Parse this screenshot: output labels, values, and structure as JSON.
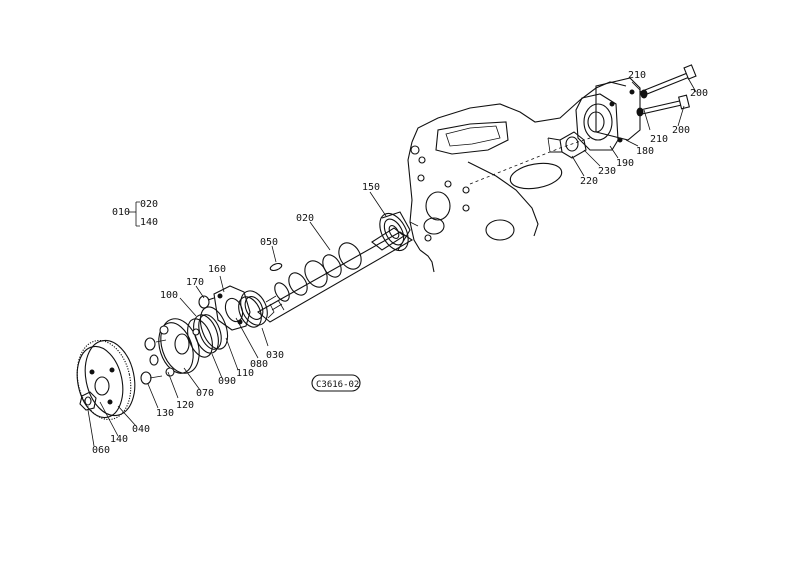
{
  "diagram": {
    "parts": [
      {
        "id": "p010",
        "text": "010"
      },
      {
        "id": "p010a",
        "text": "020"
      },
      {
        "id": "p010b",
        "text": "140"
      },
      {
        "id": "p020",
        "text": "020"
      },
      {
        "id": "p030",
        "text": "030"
      },
      {
        "id": "p040",
        "text": "040"
      },
      {
        "id": "p050",
        "text": "050"
      },
      {
        "id": "p060",
        "text": "060"
      },
      {
        "id": "p070",
        "text": "070"
      },
      {
        "id": "p080",
        "text": "080"
      },
      {
        "id": "p090",
        "text": "090"
      },
      {
        "id": "p100",
        "text": "100"
      },
      {
        "id": "p110",
        "text": "110"
      },
      {
        "id": "p120",
        "text": "120"
      },
      {
        "id": "p130",
        "text": "130"
      },
      {
        "id": "p140",
        "text": "140"
      },
      {
        "id": "p150",
        "text": "150"
      },
      {
        "id": "p160",
        "text": "160"
      },
      {
        "id": "p170",
        "text": "170"
      },
      {
        "id": "p180",
        "text": "180"
      },
      {
        "id": "p190",
        "text": "190"
      },
      {
        "id": "p200a",
        "text": "200"
      },
      {
        "id": "p200b",
        "text": "200"
      },
      {
        "id": "p210a",
        "text": "210"
      },
      {
        "id": "p210b",
        "text": "210"
      },
      {
        "id": "p220",
        "text": "220"
      },
      {
        "id": "p230",
        "text": "230"
      }
    ],
    "drawing_code": "C3616-02"
  }
}
